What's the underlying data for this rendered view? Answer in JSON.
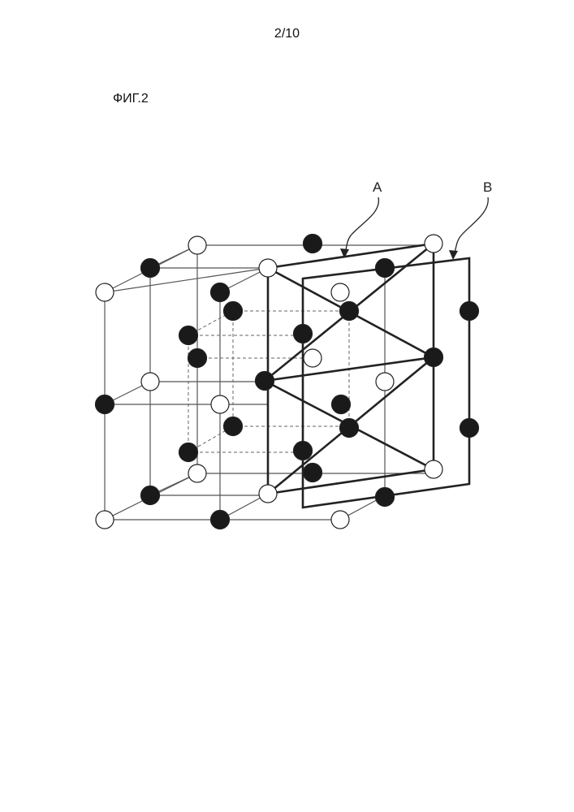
{
  "page": {
    "number": "2/10",
    "figure_label": "ФИГ.2"
  },
  "figure": {
    "labels": {
      "a": "A",
      "b": "B"
    },
    "colors": {
      "line": "#555555",
      "bold": "#222222",
      "filled_atom": "#1a1a1a",
      "open_atom": "#ffffff"
    }
  }
}
